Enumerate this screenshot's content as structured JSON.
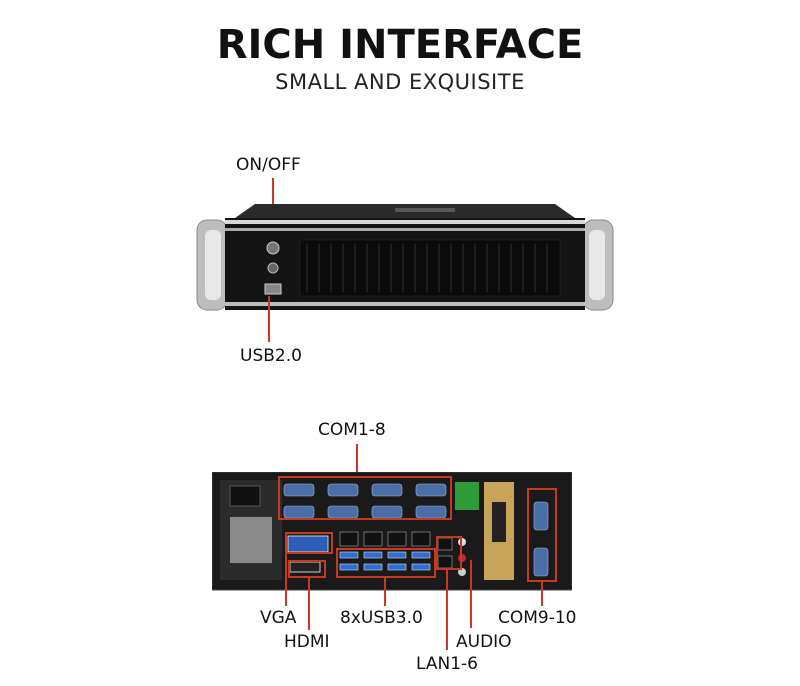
{
  "header": {
    "title": "RICH INTERFACE",
    "subtitle": "SMALL AND EXQUISITE"
  },
  "front_panel": {
    "labels": {
      "power": "ON/OFF",
      "usb": "USB2.0"
    }
  },
  "rear_panel": {
    "labels": {
      "com_top": "COM1-8",
      "vga": "VGA",
      "hdmi": "HDMI",
      "usb3": "8xUSB3.0",
      "audio": "AUDIO",
      "lan": "LAN1-6",
      "com_side": "COM9-10"
    }
  },
  "colors": {
    "accent": "#c8391f",
    "chassis": "#1b1b1b",
    "silver": "#c9c9c9",
    "usb_blue": "#2b6fd6"
  }
}
